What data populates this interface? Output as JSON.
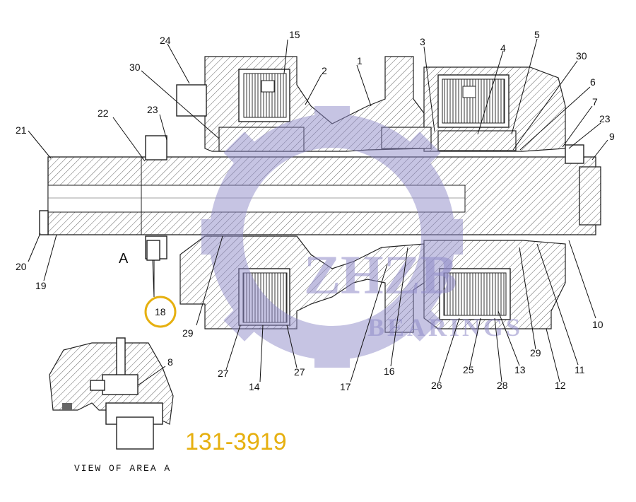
{
  "drawing": {
    "part_number": "131-3919",
    "view_caption": "VIEW OF AREA A",
    "area_marker": "A",
    "highlight_color": "#e6b010"
  },
  "watermark": {
    "brand": "ZHZB",
    "tagline": "BEARINGS",
    "color": "#8f8ac8",
    "icon": "gear-icon"
  },
  "callouts": {
    "c1": "1",
    "c2": "2",
    "c3": "3",
    "c4": "4",
    "c5": "5",
    "c6": "6",
    "c7": "7",
    "c8": "8",
    "c9": "9",
    "c10": "10",
    "c11": "11",
    "c12": "12",
    "c13": "13",
    "c14": "14",
    "c15": "15",
    "c16": "16",
    "c17": "17",
    "c18": "18",
    "c19": "19",
    "c20": "20",
    "c21": "21",
    "c22": "22",
    "c23a": "23",
    "c23b": "23",
    "c24": "24",
    "c25": "25",
    "c26": "26",
    "c27a": "27",
    "c27b": "27",
    "c28": "28",
    "c29a": "29",
    "c29b": "29",
    "c30a": "30",
    "c30b": "30"
  }
}
